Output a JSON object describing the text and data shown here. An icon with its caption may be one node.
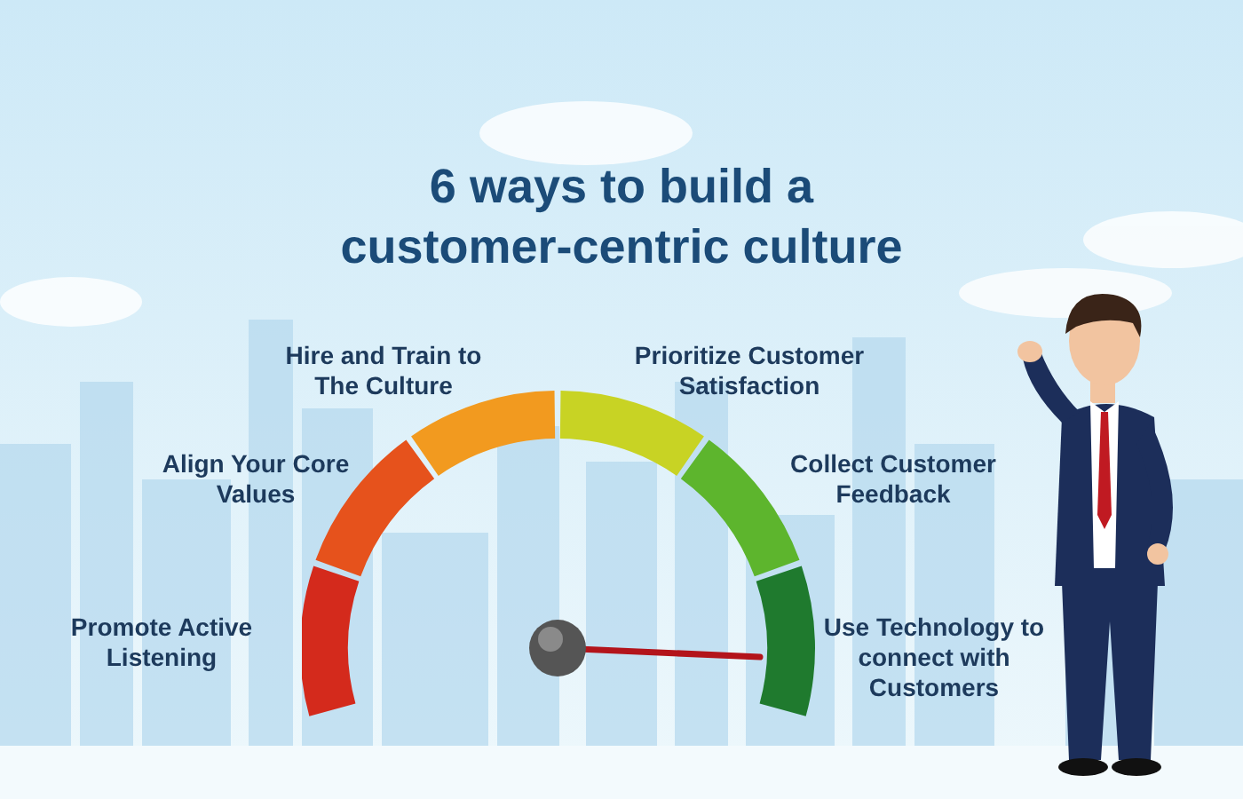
{
  "diagram": {
    "title": "6 ways to build a customer-centric culture",
    "labels": [
      "Hire and Train to The Culture",
      "Prioritize Customer Satisfaction",
      "Align Your Core Values",
      "Collect Customer Feedback",
      "Promote Active Listening",
      "Use Technology to connect with Customers"
    ]
  }
}
